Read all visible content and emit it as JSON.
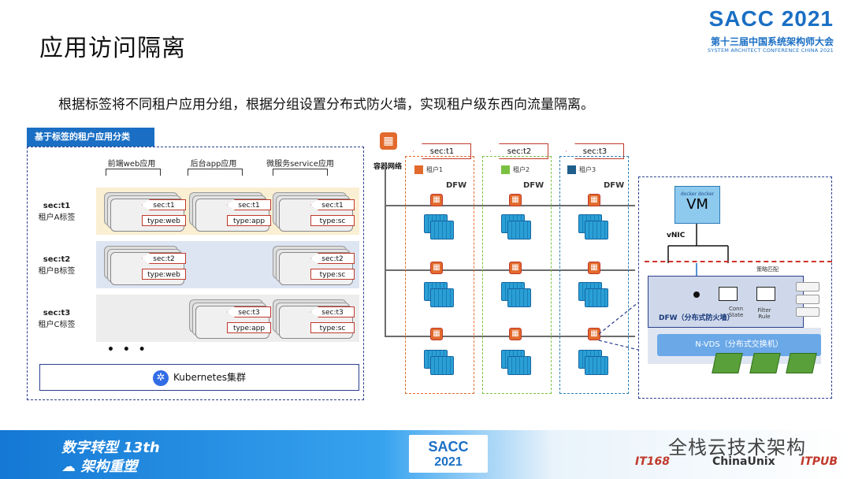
{
  "header": {
    "title": "应用访问隔离",
    "logo_main": "SACC 2021",
    "logo_sub": "第十三届中国系统架构师大会",
    "logo_en": "SYSTEM ARCHITECT CONFERENCE CHINA 2021"
  },
  "description": "根据标签将不同租户应用分组，根据分组设置分布式防火墙，实现租户级东西向流量隔离。",
  "left_panel": {
    "title": "基于标签的租户应用分类",
    "columns": [
      "前端web应用",
      "后台app应用",
      "微服务service应用"
    ],
    "rows": [
      {
        "sec": "sec:t1",
        "label": "租户A标签"
      },
      {
        "sec": "sec:t2",
        "label": "租户B标签"
      },
      {
        "sec": "sec:t3",
        "label": "租户C标签"
      }
    ],
    "cards": {
      "r1c1": {
        "sec": "sec:t1",
        "type": "type:web"
      },
      "r1c2": {
        "sec": "sec:t1",
        "type": "type:app"
      },
      "r1c3": {
        "sec": "sec:t1",
        "type": "type:sc"
      },
      "r2c1": {
        "sec": "sec:t2",
        "type": "type:web"
      },
      "r2c3": {
        "sec": "sec:t2",
        "type": "type:sc"
      },
      "r3c2": {
        "sec": "sec:t3",
        "type": "type:app"
      },
      "r3c3": {
        "sec": "sec:t3",
        "type": "type:sc"
      }
    },
    "ellipsis": "• • •",
    "cluster": "Kubernetes集群",
    "band_colors": [
      "#fbefd3",
      "#dde5f3",
      "#ededed"
    ]
  },
  "middle": {
    "network_label": "容器网络",
    "tenants": [
      {
        "sec": "sec:t1",
        "name": "租户1",
        "color": "#e26a2c",
        "border": "#e26a2c"
      },
      {
        "sec": "sec:t2",
        "name": "租户2",
        "color": "#7ac142",
        "border": "#7ac142"
      },
      {
        "sec": "sec:t3",
        "name": "租户3",
        "color": "#1f5f8b",
        "border": "#2a7fb8"
      }
    ],
    "dfw": "DFW"
  },
  "right_panel": {
    "vm": "VM",
    "docker": "docker docker",
    "vnic": "vNIC",
    "policy": "策略匹配",
    "dfw_label": "DFW（分布式防火墙）",
    "conn_state": "Conn State",
    "filter_rule": "Filter Rule",
    "nvds": "N-VDS（分布式交换机）"
  },
  "footer": {
    "slogan_1": "数字转型 13th",
    "slogan_2": "架构重塑",
    "sacc_1": "SACC",
    "sacc_2": "2021",
    "watermark": "全栈云技术架构",
    "sponsor_1": "IT168",
    "sponsor_2": "ChinaUnix",
    "sponsor_3": "ITPUB"
  }
}
